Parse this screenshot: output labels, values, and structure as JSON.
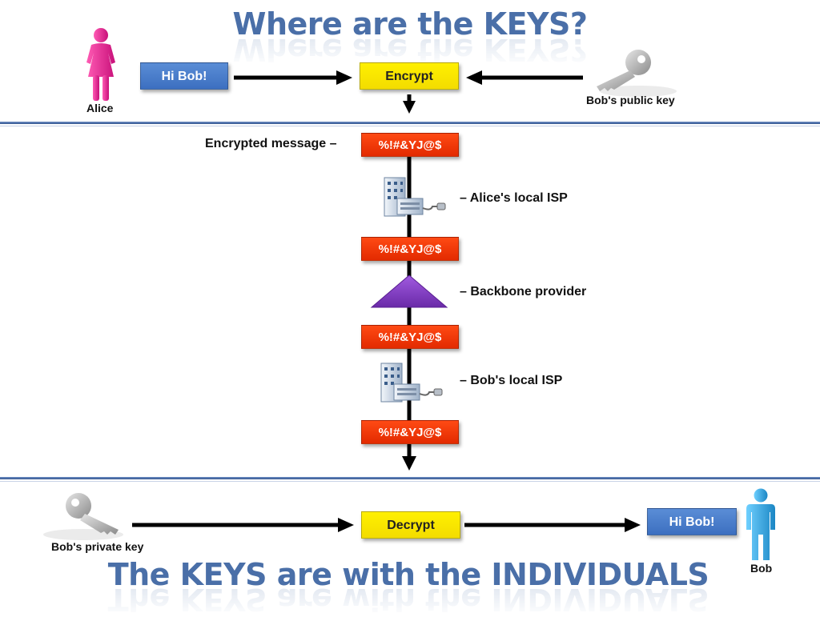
{
  "title_top": "Where are the KEYS?",
  "title_bottom": "The KEYS are with the INDIVIDUALS",
  "alice": {
    "label": "Alice",
    "message": "Hi Bob!"
  },
  "encrypt_label": "Encrypt",
  "decrypt_label": "Decrypt",
  "public_key_label": "Bob's public key",
  "private_key_label": "Bob's private key",
  "encrypted_message_label": "Encrypted message  –",
  "cipher_text": "%!#&YJ@$",
  "alice_isp_label": "– Alice's local ISP",
  "backbone_label": "– Backbone provider",
  "bob_isp_label": "– Bob's local ISP",
  "bob": {
    "label": "Bob",
    "message": "Hi Bob!"
  },
  "colors": {
    "title": "#4a6fa8",
    "alice": "#e0188c",
    "bob": "#2a9fd6",
    "blue_box": "#3c6fc0",
    "yellow_box": "#f3dc00",
    "red_box": "#ee3500",
    "backbone": "#7d3cbf"
  }
}
